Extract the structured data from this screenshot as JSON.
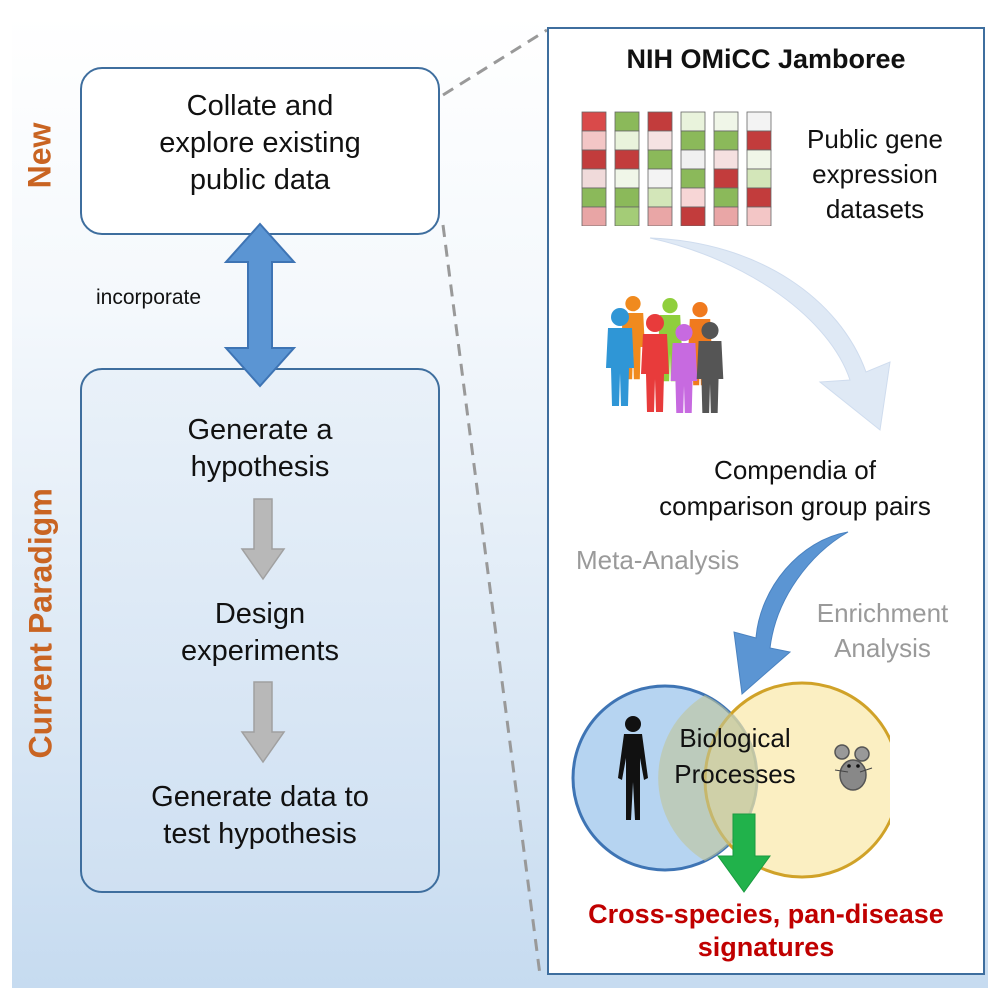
{
  "left": {
    "new_label": "New",
    "current_label": "Current Paradigm",
    "new_box_text": [
      "Collate and",
      "explore existing",
      "public data"
    ],
    "incorporate_label": "incorporate",
    "paradigm_steps": [
      [
        "Generate a",
        "hypothesis"
      ],
      [
        "Design",
        "experiments"
      ],
      [
        "Generate data to",
        "test hypothesis"
      ]
    ]
  },
  "right": {
    "title": "NIH OMiCC Jamboree",
    "datasets_text": [
      "Public gene",
      "expression",
      "datasets"
    ],
    "compendia_text": [
      "Compendia of",
      "comparison group pairs"
    ],
    "meta_analysis": "Meta-Analysis",
    "enrichment_analysis": [
      "Enrichment",
      "Analysis"
    ],
    "bio_processes": [
      "Biological",
      "Processes"
    ],
    "signatures": [
      "Cross-species, pan-disease",
      "signatures"
    ]
  },
  "heatmap_columns": [
    [
      "#d94a4a",
      "#f3c6c6",
      "#c23c3c",
      "#f0dada",
      "#8bb95a",
      "#e8a5a5"
    ],
    [
      "#8bb95a",
      "#e9f3dc",
      "#c23c3c",
      "#f0f6e8",
      "#8bb95a",
      "#a4cc77"
    ],
    [
      "#c23c3c",
      "#f5e2e2",
      "#8bb95a",
      "#f3f3f3",
      "#d3e6b9",
      "#e9a6a6"
    ],
    [
      "#e9f3dc",
      "#8bb95a",
      "#f0f0f0",
      "#8bb95a",
      "#f7d6d6",
      "#c23c3c"
    ],
    [
      "#f0f6e8",
      "#8bb95a",
      "#f5e0e0",
      "#c23c3c",
      "#8bb95a",
      "#e9a6a6"
    ],
    [
      "#f3f3f3",
      "#c23c3c",
      "#f0f6e8",
      "#d3e6b9",
      "#c23c3c",
      "#f3c6c6"
    ]
  ],
  "people_colors": [
    "#2f96d6",
    "#f08a1e",
    "#8fcf3c",
    "#f07a1e",
    "#e83b3b",
    "#c76ae0",
    "#555555",
    "#1f7cc2"
  ],
  "colors": {
    "accent_orange": "#c96422",
    "box_border": "#3e6e9e",
    "arrow_blue": "#5b95d3",
    "arrow_gray": "#b8b8b8",
    "signature_red": "#c00000",
    "green_arrow": "#21b24b",
    "circle_blue": "#a9cdef",
    "circle_yellow": "#fae8a8"
  }
}
